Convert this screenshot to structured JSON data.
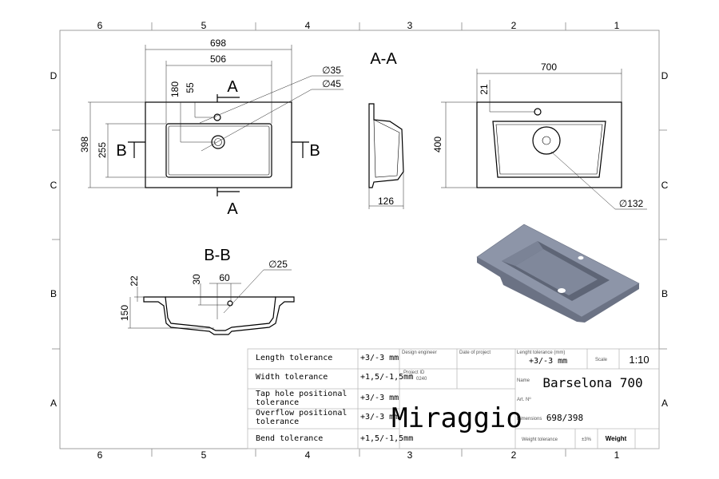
{
  "frame": {
    "columns": [
      "6",
      "5",
      "4",
      "3",
      "2",
      "1"
    ],
    "rows": [
      "D",
      "C",
      "B",
      "A"
    ]
  },
  "top_view": {
    "dims": {
      "overall_width": "698",
      "basin_width": "506",
      "overall_depth": "398",
      "basin_depth": "255",
      "drain_offset": "180",
      "tap_offset": "55",
      "tap_hole": "∅35",
      "drain_hole": "∅45"
    },
    "section_a": "A",
    "section_b": "B"
  },
  "section_aa": {
    "title": "A-A",
    "dims": {
      "depth": "126"
    }
  },
  "right_view": {
    "dims": {
      "width": "700",
      "depth": "400",
      "tap_offset": "21",
      "bowl": "∅132"
    }
  },
  "section_bb": {
    "title": "B-B",
    "dims": {
      "rim": "22",
      "overflow_height": "30",
      "overflow_offset": "60",
      "height": "150",
      "overflow_hole": "∅25"
    }
  },
  "title_block": {
    "tolerances": [
      {
        "label": "Length tolerance",
        "value": "+3/-3 mm"
      },
      {
        "label": "Width tolerance",
        "value": "+1,5/-1,5mm"
      },
      {
        "label": "Tap hole positional tolerance",
        "label1": "Tap hole positional",
        "label2": "tolerance",
        "value": "+3/-3 mm"
      },
      {
        "label": "Overflow positional tolerance",
        "label1": "Overflow positional",
        "label2": "tolerance",
        "value": "+3/-3 mm"
      },
      {
        "label": "Bend tolerance",
        "value": "+1,5/-1,5mm"
      }
    ],
    "design_engineer_label": "Design engineer",
    "date_label": "Date of project",
    "project_id_label": "Project ID",
    "project_id": "0240",
    "brand": "Miraggio",
    "length_tol_label": "Lenght tolerance (mm)",
    "length_tol_value": "+3/-3 mm",
    "scale_label": "Scale",
    "scale_value": "1:10",
    "name_label": "Name",
    "name_value": "Barselona 700",
    "art_label": "Art. Nº",
    "dimensions_label": "Dimensions",
    "dimensions_value": "698/398",
    "weight_tol_label": "Weight tolerance",
    "weight_tol_value": "±3%",
    "weight_label": "Weight"
  },
  "colors": {
    "render_surface": "#8d95a8",
    "render_dark": "#5e6576"
  }
}
